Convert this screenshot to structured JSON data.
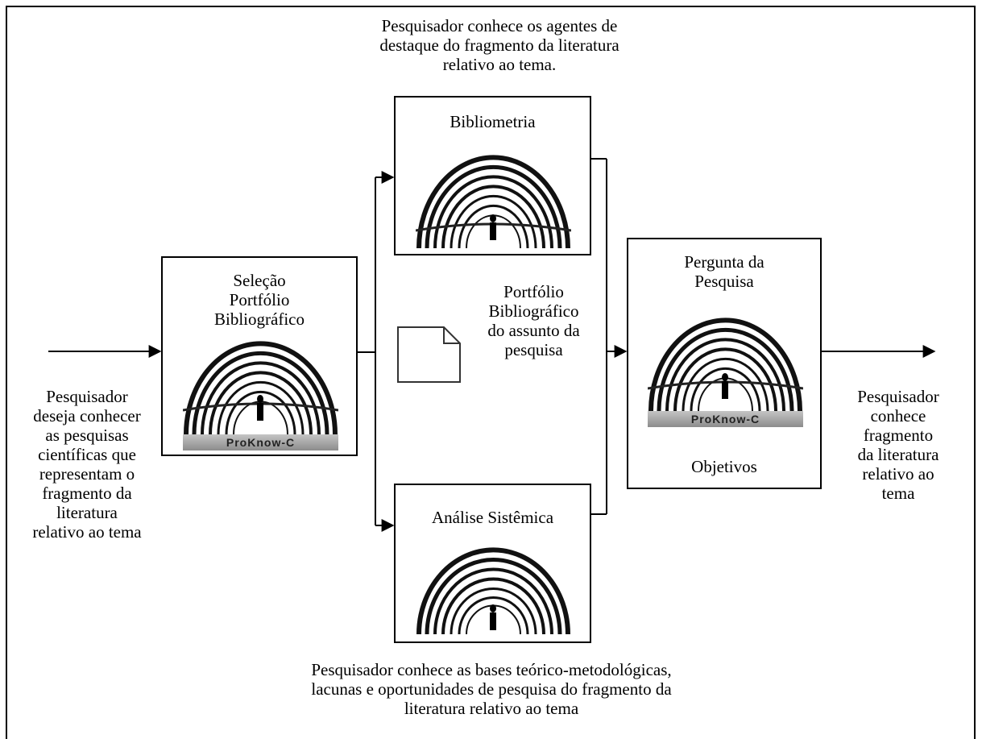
{
  "top_caption": [
    "Pesquisador conhece os agentes de",
    "destaque do fragmento da literatura",
    "relativo ao tema."
  ],
  "bottom_caption": [
    "Pesquisador conhece as bases teórico-metodológicas,",
    "lacunas e oportunidades de pesquisa do fragmento da",
    "literatura relativo ao tema"
  ],
  "input_caption": [
    "Pesquisador",
    "deseja conhecer",
    "as pesquisas",
    "científicas que",
    "representam o",
    "fragmento da",
    "literatura",
    "relativo ao tema"
  ],
  "output_caption": [
    "Pesquisador",
    "conhece",
    "fragmento",
    "da literatura",
    "relativo ao",
    "tema"
  ],
  "selection_box": {
    "title": [
      "Seleção",
      "Portfólio",
      "Bibliográfico"
    ],
    "logo": "ProKnow-C"
  },
  "bibliometria_box": {
    "title": "Bibliometria"
  },
  "analise_box": {
    "title": "Análise Sistêmica"
  },
  "portfolio_caption": [
    "Portfólio",
    "Bibliográfico",
    "do assunto da",
    "pesquisa"
  ],
  "pergunta_box": {
    "title": [
      "Pergunta da",
      "Pesquisa"
    ],
    "logo": "ProKnow-C",
    "footer": "Objetivos"
  },
  "icons": {
    "document": "document-icon",
    "tunnel": "tunnel-icon"
  }
}
